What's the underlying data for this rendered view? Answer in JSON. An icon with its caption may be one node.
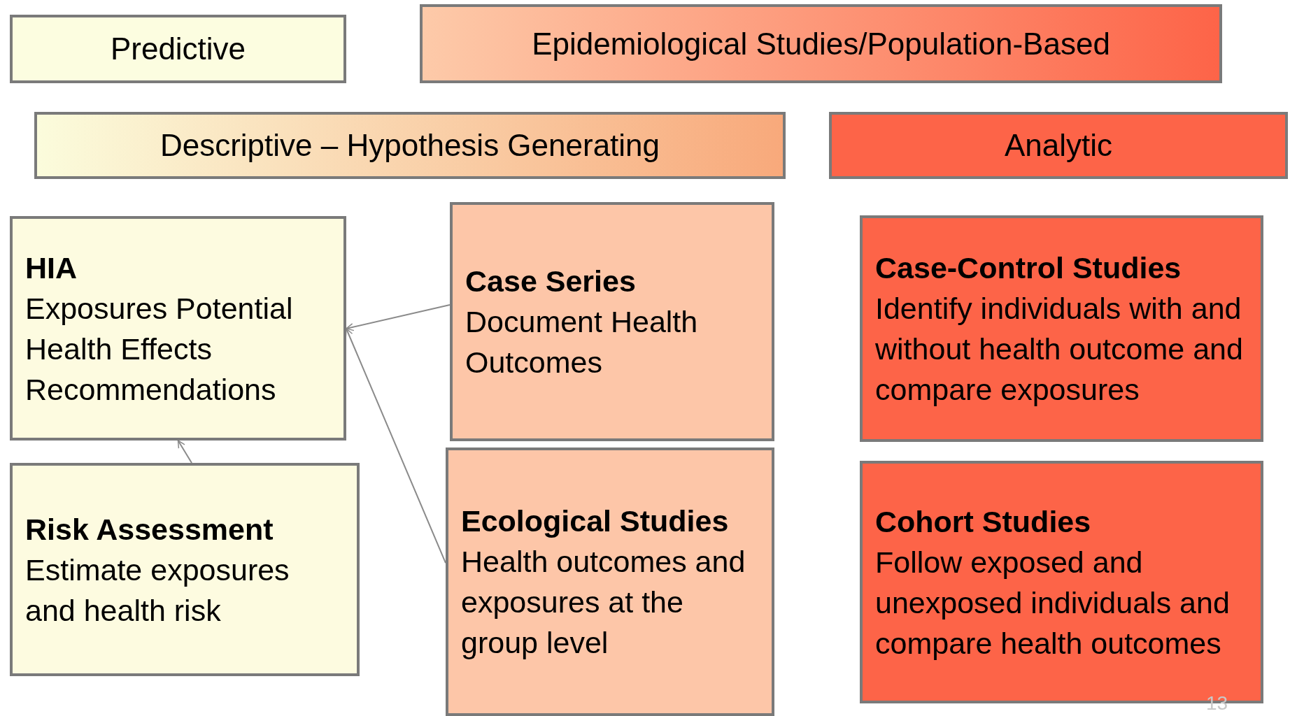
{
  "diagram": {
    "nodes": [
      {
        "text": [
          "Predictive"
        ]
      },
      {
        "text": [
          "Epidemiological Studies/Population-Based"
        ]
      },
      {
        "text": [
          "Descriptive – Hypothesis Generating"
        ]
      },
      {
        "text": [
          "Analytic"
        ]
      },
      {
        "text": [
          "HIA",
          "Exposures Potential",
          "Health Effects",
          "Recommendations"
        ]
      },
      {
        "text": [
          "Case Series",
          "Document Health Outcomes"
        ]
      },
      {
        "text": [
          "Risk Assessment",
          "Estimate exposures and health risk"
        ]
      },
      {
        "text": [
          "Ecological Studies",
          "Health outcomes and exposures at the group level"
        ]
      },
      {
        "text": [
          "Case-Control Studies",
          "Identify individuals with and without health outcome and compare exposures"
        ]
      },
      {
        "text": [
          "Cohort Studies",
          "Follow exposed and unexposed individuals and compare health outcomes"
        ]
      }
    ],
    "edges": [
      {
        "from": 5,
        "to": 4,
        "arrow": "to"
      },
      {
        "from": 7,
        "to": 4,
        "arrow": "to"
      },
      {
        "from": 6,
        "to": 4,
        "arrow": "to"
      }
    ],
    "labels": [
      "13"
    ]
  }
}
